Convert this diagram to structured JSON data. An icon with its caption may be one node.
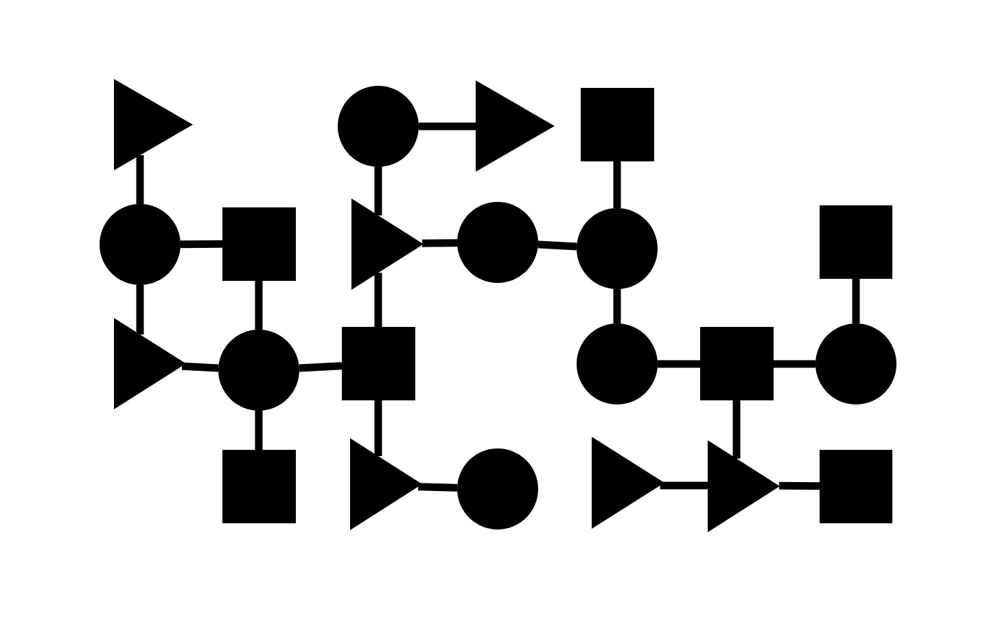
{
  "diagram": {
    "nodes": [
      {
        "text": [],
        "shape": "triangle"
      },
      {
        "text": [],
        "shape": "circle"
      },
      {
        "text": [],
        "shape": "triangle"
      },
      {
        "text": [],
        "shape": "box"
      },
      {
        "text": [],
        "shape": "circle"
      },
      {
        "text": [],
        "shape": "box"
      },
      {
        "text": [],
        "shape": "triangle"
      },
      {
        "text": [],
        "shape": "circle"
      },
      {
        "text": [],
        "shape": "circle"
      },
      {
        "text": [],
        "shape": "box"
      },
      {
        "text": [],
        "shape": "triangle"
      },
      {
        "text": [],
        "shape": "circle"
      },
      {
        "text": [],
        "shape": "box"
      },
      {
        "text": [],
        "shape": "circle"
      },
      {
        "text": [],
        "shape": "box"
      },
      {
        "text": [],
        "shape": "circle"
      },
      {
        "text": [],
        "shape": "box"
      },
      {
        "text": [],
        "shape": "triangle"
      },
      {
        "text": [],
        "shape": "circle"
      },
      {
        "text": [],
        "shape": "triangle"
      },
      {
        "text": [],
        "shape": "triangle"
      },
      {
        "text": [],
        "shape": "box"
      }
    ],
    "edges": [
      {
        "from": 0,
        "to": 4,
        "arrow": "none"
      },
      {
        "from": 1,
        "to": 2,
        "arrow": "none"
      },
      {
        "from": 1,
        "to": 6,
        "arrow": "none"
      },
      {
        "from": 3,
        "to": 8,
        "arrow": "none"
      },
      {
        "from": 4,
        "to": 5,
        "arrow": "none"
      },
      {
        "from": 4,
        "to": 10,
        "arrow": "none"
      },
      {
        "from": 5,
        "to": 11,
        "arrow": "none"
      },
      {
        "from": 6,
        "to": 7,
        "arrow": "none"
      },
      {
        "from": 7,
        "to": 8,
        "arrow": "none"
      },
      {
        "from": 6,
        "to": 12,
        "arrow": "none"
      },
      {
        "from": 8,
        "to": 13,
        "arrow": "none"
      },
      {
        "from": 9,
        "to": 15,
        "arrow": "none"
      },
      {
        "from": 10,
        "to": 11,
        "arrow": "none"
      },
      {
        "from": 11,
        "to": 12,
        "arrow": "none"
      },
      {
        "from": 11,
        "to": 16,
        "arrow": "none"
      },
      {
        "from": 12,
        "to": 17,
        "arrow": "none"
      },
      {
        "from": 13,
        "to": 14,
        "arrow": "none"
      },
      {
        "from": 14,
        "to": 15,
        "arrow": "none"
      },
      {
        "from": 14,
        "to": 20,
        "arrow": "none"
      },
      {
        "from": 17,
        "to": 18,
        "arrow": "none"
      },
      {
        "from": 19,
        "to": 20,
        "arrow": "none"
      },
      {
        "from": 20,
        "to": 21,
        "arrow": "none"
      }
    ]
  }
}
